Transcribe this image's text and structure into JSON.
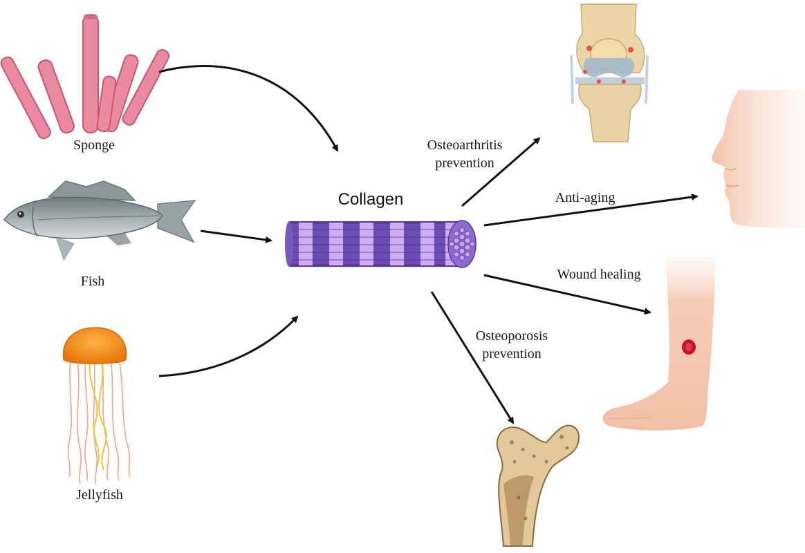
{
  "center": {
    "label": "Collagen"
  },
  "sources": [
    {
      "label": "Sponge"
    },
    {
      "label": "Fish"
    },
    {
      "label": "Jellyfish"
    }
  ],
  "outcomes": [
    {
      "line1": "Osteoarthritis",
      "line2": "prevention"
    },
    {
      "label": "Anti-aging"
    },
    {
      "label": "Wound healing"
    },
    {
      "line1": "Osteoporosis",
      "line2": "prevention"
    }
  ],
  "colors": {
    "collagen_dark": "#5b3a9e",
    "collagen_light": "#c9a8f0",
    "sponge": "#e07a92",
    "fish": "#8a9497",
    "jellyfish": "#f0961f",
    "skin": "#f5c7b0",
    "bone": "#e9d3a6",
    "wound": "#c8102e"
  },
  "icons": [
    "sponge-icon",
    "fish-icon",
    "jellyfish-icon",
    "collagen-fiber-icon",
    "knee-joint-icon",
    "face-profile-icon",
    "leg-icon",
    "femur-bone-icon"
  ]
}
